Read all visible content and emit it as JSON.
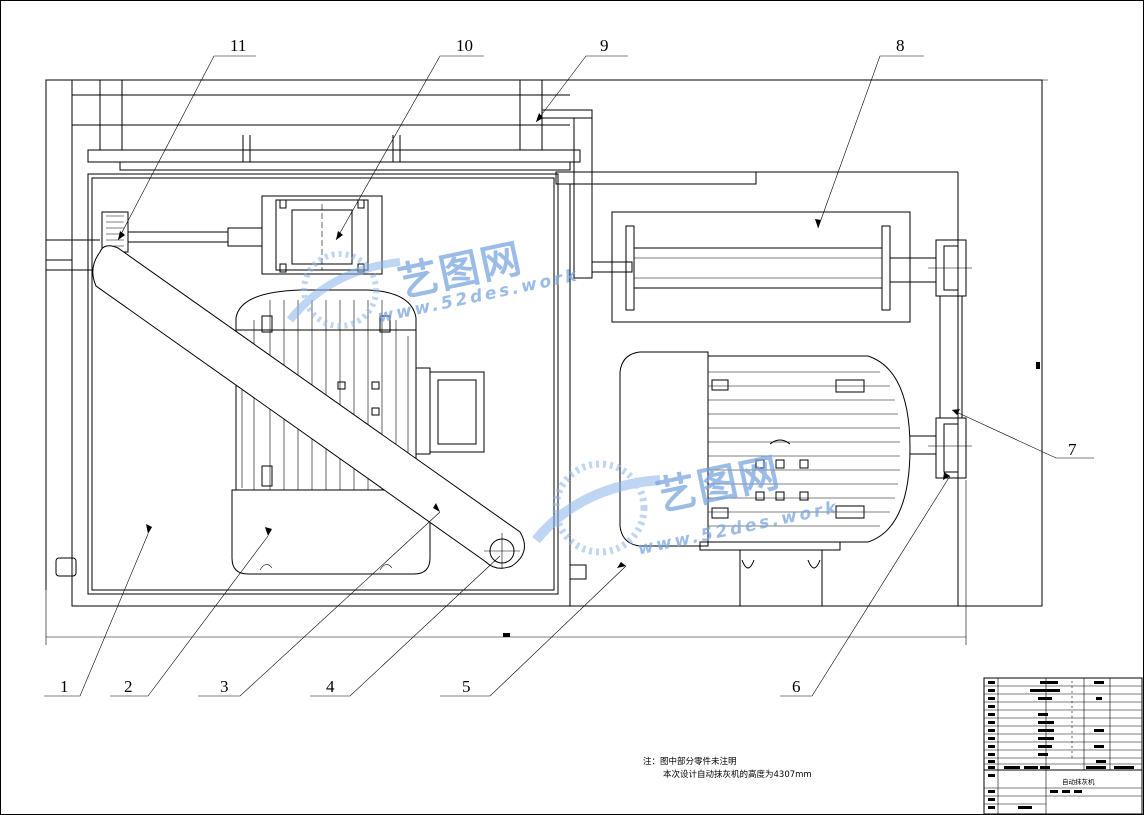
{
  "watermark": {
    "brand_cn": "艺图网",
    "brand_url": "www.52des.work"
  },
  "callouts": [
    "1",
    "2",
    "3",
    "4",
    "5",
    "6",
    "7",
    "8",
    "9",
    "10",
    "11"
  ],
  "notes": {
    "line1": "注：图中部分零件未注明",
    "line2": "本次设计自动抹灰机的高度为4307mm"
  },
  "title_block": {
    "title": "自动抹灰机"
  }
}
